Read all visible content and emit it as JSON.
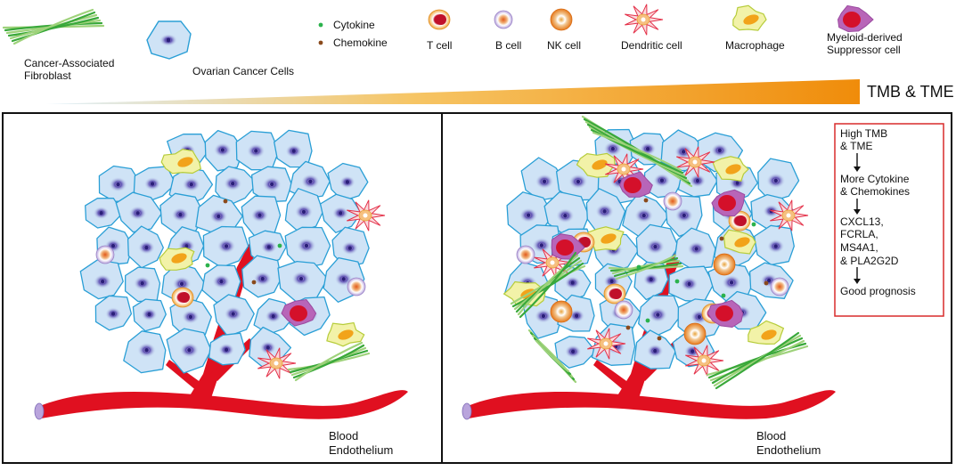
{
  "legend": {
    "fibroblast": [
      "Cancer-Associated",
      "Fibroblast"
    ],
    "ovarian": "Ovarian Cancer Cells",
    "cytokine": "Cytokine",
    "chemokine": "Chemokine",
    "tcell": "T cell",
    "bcell": "B cell",
    "nkcell": "NK cell",
    "dendritic": "Dendritic cell",
    "macrophage": "Macrophage",
    "mdsc": [
      "Myeloid-derived",
      "Suppressor cell"
    ]
  },
  "gradient_label": "TMB & TME",
  "panels": {
    "left": {
      "vessel_label": [
        "Blood",
        "Endothelium"
      ]
    },
    "right": {
      "vessel_label": [
        "Blood",
        "Endothelium"
      ]
    }
  },
  "flowchart": {
    "steps": [
      [
        "High TMB",
        "& TME"
      ],
      [
        "More Cytokine",
        "& Chemokines"
      ],
      [
        "CXCL13,",
        "FCRLA,",
        "MS4A1,",
        "& PLA2G2D"
      ],
      [
        "Good prognosis"
      ]
    ]
  },
  "colors": {
    "cell_fill": "#cfe3f6",
    "cell_stroke": "#2a9fd6",
    "vessel": "#e01020",
    "gradient_start": "#e8f4fb",
    "gradient_end": "#f39a12",
    "flow_border": "#d92b2b",
    "cytokine": "#2bb24c",
    "chemokine": "#8a4a1c"
  }
}
